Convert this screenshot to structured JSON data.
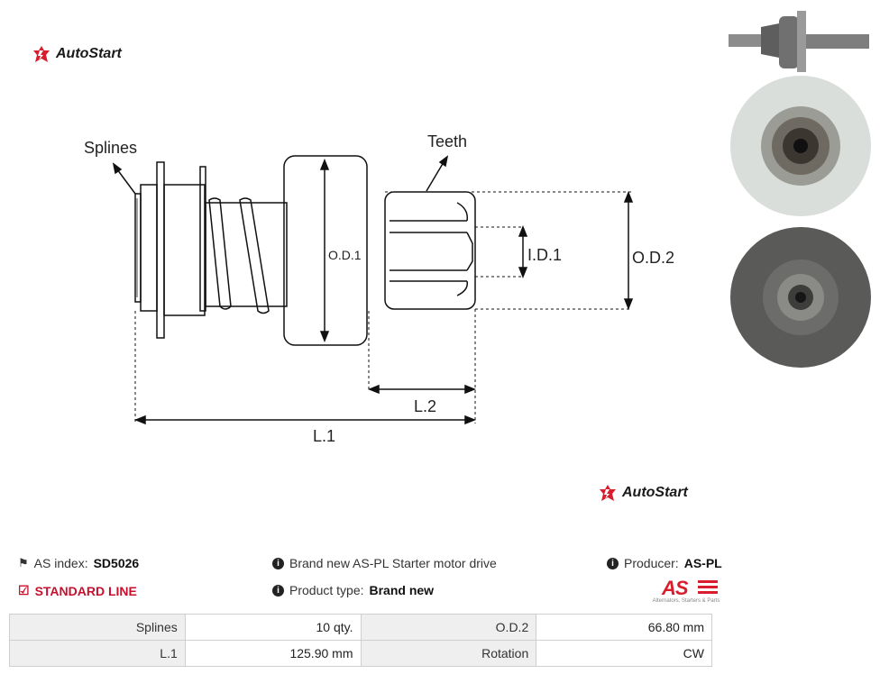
{
  "brand": {
    "name": "AutoStart"
  },
  "diagram": {
    "labels": {
      "splines": "Splines",
      "teeth": "Teeth",
      "od1": "O.D.1",
      "id1": "I.D.1",
      "od2": "O.D.2",
      "l2": "L.2",
      "l1": "L.1"
    }
  },
  "info": {
    "as_index_label": "AS index:",
    "as_index_value": "SD5026",
    "standard_line": "STANDARD LINE",
    "description": "Brand new AS-PL Starter motor drive",
    "product_type_label": "Product type:",
    "product_type_value": "Brand new",
    "producer_label": "Producer:",
    "producer_value": "AS-PL",
    "producer_logo_text": "AS",
    "producer_logo_tagline": "Alternators, Starters & Parts"
  },
  "specs": [
    [
      "Splines",
      "10 qty.",
      "O.D.2",
      "66.80 mm"
    ],
    [
      "L.1",
      "125.90 mm",
      "Rotation",
      "CW"
    ]
  ]
}
